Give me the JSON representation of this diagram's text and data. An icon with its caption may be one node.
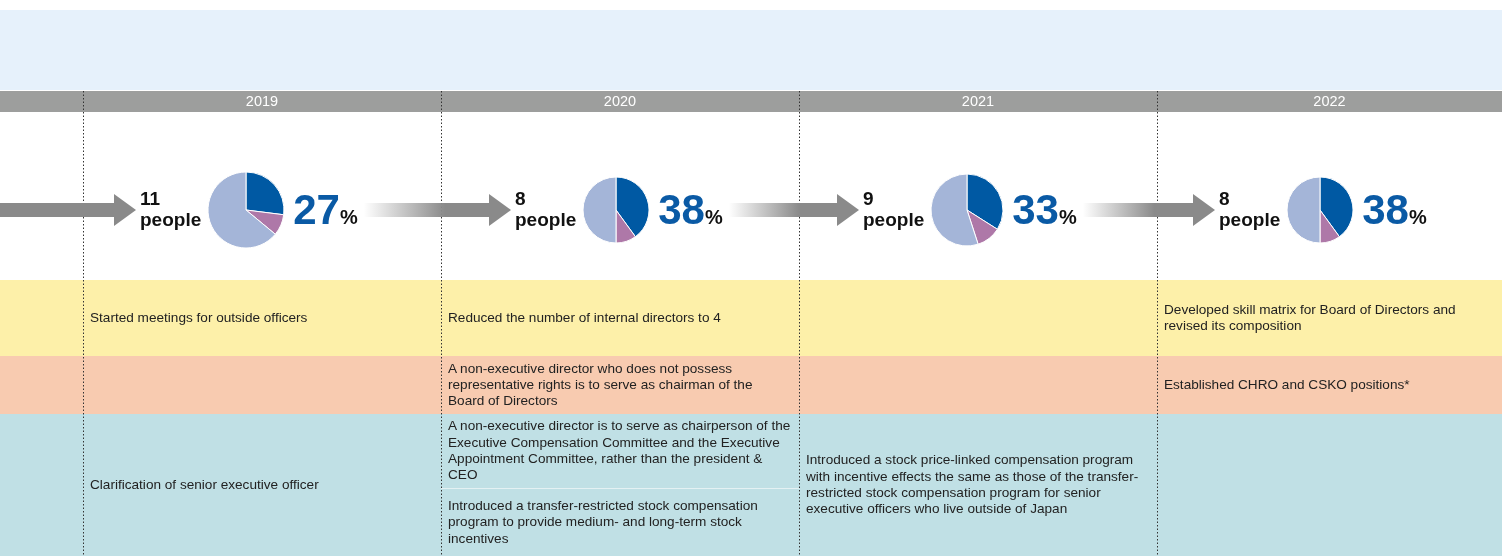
{
  "diagram": {
    "nodes": [
      {
        "text": [
          "11 people"
        ],
        "beside": [
          "27%"
        ]
      },
      {
        "text": [
          "8 people"
        ],
        "beside": [
          "38%"
        ]
      },
      {
        "text": [
          "9 people"
        ],
        "beside": [
          "33%"
        ]
      },
      {
        "text": [
          "8 people"
        ],
        "beside": [
          "38%"
        ]
      }
    ],
    "edges": [
      {
        "from": null,
        "to": 0,
        "arrow": "to"
      },
      {
        "from": 0,
        "to": 1,
        "arrow": "to"
      },
      {
        "from": 1,
        "to": 2,
        "arrow": "to"
      },
      {
        "from": 2,
        "to": 3,
        "arrow": "to"
      }
    ],
    "labels": [
      "2019",
      "2020",
      "2021",
      "2022",
      "Started meetings for outside officers",
      "Reduced the number of internal directors to 4",
      "Developed skill matrix for Board of Directors and revised its composition",
      "A non-executive director who does not possess representative rights is to serve as chairman of the Board of Directors",
      "Established CHRO and CSKO positions*",
      "Clarification of senior executive officer",
      "A non-executive director is to serve as chairperson of the Executive Compensation Committee and the Executive Appointment Committee, rather than the president & CEO",
      "Introduced a stock price-linked compensation program with incentive effects the same as those of the transfer-restricted stock compensation program for senior executive officers who live outside of Japan",
      "Introduced a transfer-restricted stock compensation program to provide medium- and long-term stock incentives"
    ]
  }
}
